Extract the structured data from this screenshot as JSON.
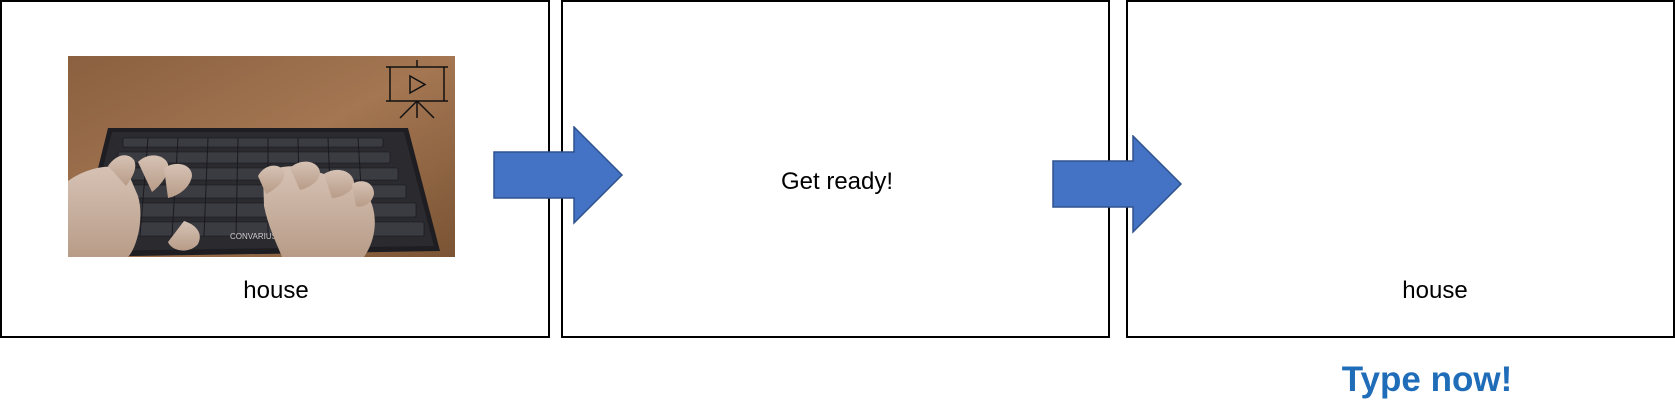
{
  "panels": [
    {
      "name": "stimulus-panel",
      "caption": "house",
      "media": {
        "type": "video",
        "icon": "presentation-play-icon",
        "scene": "hands-typing-on-keyboard",
        "keyboard_brand": "CONVARIUS"
      }
    },
    {
      "name": "get-ready-panel",
      "caption": "Get ready!"
    },
    {
      "name": "response-panel",
      "caption": "house"
    }
  ],
  "instruction": {
    "text": "Type now!",
    "color": "#1F6DB8"
  },
  "colors": {
    "arrow_fill": "#4472C4",
    "arrow_stroke": "#2F528F",
    "panel_border": "#000000"
  },
  "icons": {
    "flow_arrow": "right-arrow-icon"
  }
}
